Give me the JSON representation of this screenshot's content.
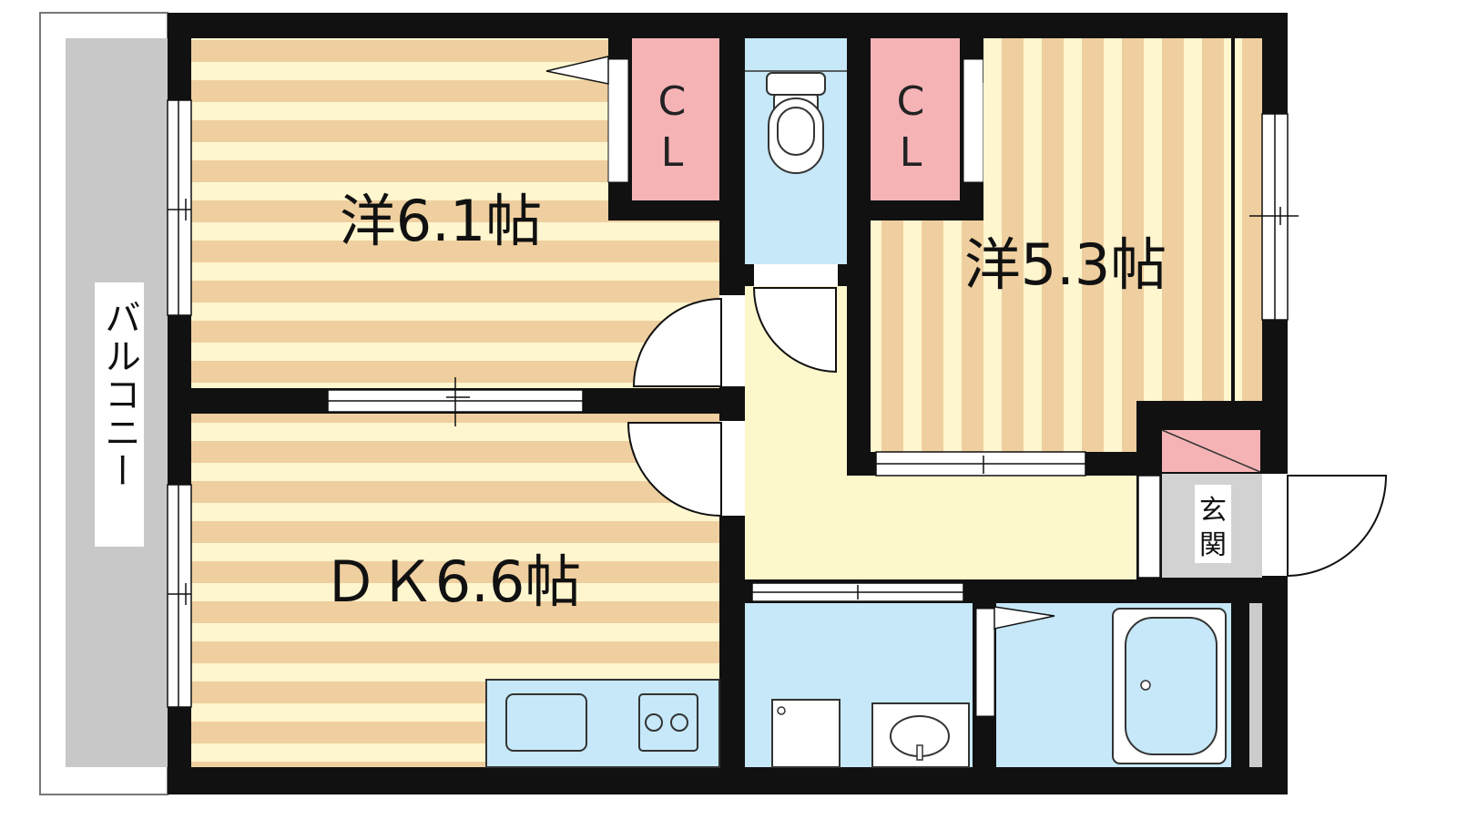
{
  "colors": {
    "wall": "#111111",
    "stripe_tan": "#efcf9f",
    "stripe_cream": "#fdf6cf",
    "closet": "#f5b3b6",
    "wet_area": "#c6e8f8",
    "hall": "#fdf7cc",
    "entrance_floor": "#d2d2d2",
    "balcony": "#c8c8c8"
  },
  "icons": {
    "toilet": "toilet-icon",
    "sink": "sink-icon",
    "stove": "stove-icon",
    "bathtub": "bathtub-icon",
    "washbasin": "washbasin-icon"
  },
  "labels": {
    "room1": "洋6.1帖",
    "room2": "洋5.3帖",
    "dk": "ＤＫ6.6帖",
    "closet_line1": "C",
    "closet_line2": "L",
    "entrance_line1": "玄",
    "entrance_line2": "関",
    "balcony": "バルコニー"
  }
}
